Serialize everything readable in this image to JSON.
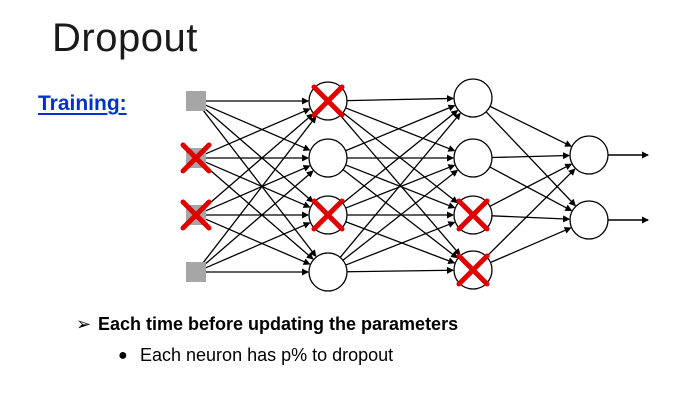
{
  "slide": {
    "title": "Dropout",
    "training_label": "Training:"
  },
  "network": {
    "layers": [
      {
        "type": "input",
        "dropped": [
          false,
          true,
          true,
          false
        ]
      },
      {
        "type": "hidden",
        "dropped": [
          true,
          false,
          true,
          false
        ]
      },
      {
        "type": "hidden",
        "dropped": [
          false,
          false,
          true,
          true
        ]
      },
      {
        "type": "output",
        "dropped": [
          false,
          false
        ]
      }
    ],
    "colors": {
      "input_node": "#a6a6a6",
      "neuron_stroke": "#000000",
      "drop_mark": "#e00000",
      "edge": "#000000"
    }
  },
  "bullets": [
    {
      "marker": "arrow-right-icon",
      "text": "Each time before updating the parameters"
    },
    {
      "marker": "dot-icon",
      "text": "Each neuron has p% to dropout"
    }
  ]
}
